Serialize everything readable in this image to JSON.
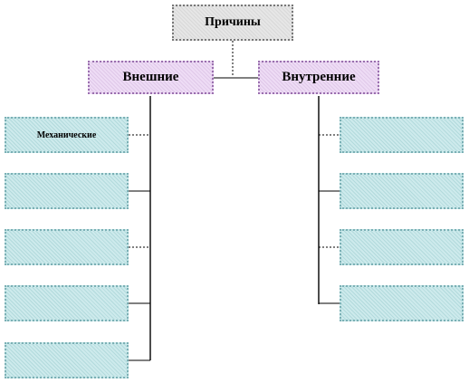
{
  "diagram": {
    "root": {
      "label": "Причины"
    },
    "categories": [
      {
        "label": "Внешние",
        "children": [
          {
            "label": "Механические"
          },
          {
            "label": ""
          },
          {
            "label": ""
          },
          {
            "label": ""
          },
          {
            "label": ""
          }
        ]
      },
      {
        "label": "Внутренние",
        "children": [
          {
            "label": ""
          },
          {
            "label": ""
          },
          {
            "label": ""
          },
          {
            "label": ""
          }
        ]
      }
    ]
  }
}
